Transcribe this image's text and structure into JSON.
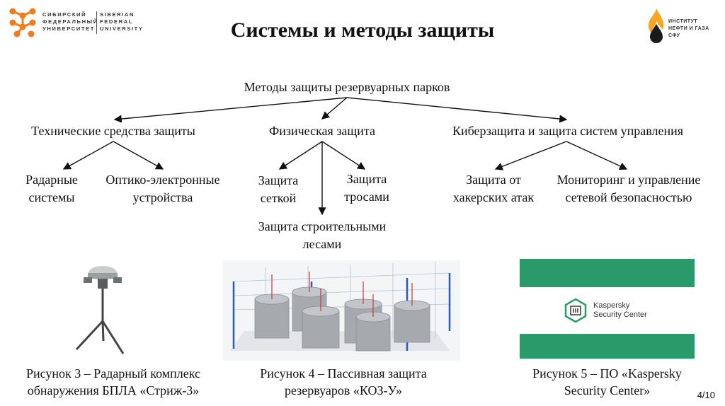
{
  "logo_left": {
    "ru_lines": [
      "СИБИРСКИЙ",
      "ФЕДЕРАЛЬНЫЙ",
      "УНИВЕРСИТЕТ"
    ],
    "en_lines": [
      "SIBERIAN",
      "FEDERAL",
      "UNIVERSITY"
    ]
  },
  "logo_right": {
    "lines": [
      "ИНСТИТУТ",
      "НЕФТИ И ГАЗА",
      "СФУ"
    ]
  },
  "title": "Системы и методы защиты",
  "diagram": {
    "root": "Методы защиты резервуарных парков",
    "branches": [
      {
        "label": "Технические средства защиты",
        "children": [
          {
            "lines": [
              "Радарные",
              "системы"
            ]
          },
          {
            "lines": [
              "Оптико-электронные",
              "устройства"
            ]
          }
        ]
      },
      {
        "label": "Физическая защита",
        "children": [
          {
            "lines": [
              "Защита",
              "сеткой"
            ]
          },
          {
            "lines": [
              "Защита",
              "тросами"
            ]
          },
          {
            "lines": [
              "Защита строительными",
              "лесами"
            ]
          }
        ]
      },
      {
        "label": "Киберзащита и защита систем управления",
        "children": [
          {
            "lines": [
              "Защита от",
              "хакерских атак"
            ]
          },
          {
            "lines": [
              "Мониторинг и управление",
              "сетевой безопасностью"
            ]
          }
        ]
      }
    ]
  },
  "figures": [
    {
      "caption": [
        "Рисунок 3 – Радарный комплекс",
        "обнаружения БПЛА «Стриж-3»"
      ]
    },
    {
      "caption": [
        "Рисунок 4 – Пассивная защита",
        "резервуаров «КОЗ-У»"
      ]
    },
    {
      "caption": [
        "Рисунок 5 – ПО «Kaspersky",
        "Security Center»"
      ]
    }
  ],
  "kaspersky_logo": {
    "lines": [
      "Kaspersky",
      "Security Center"
    ]
  },
  "page_number": "4/10",
  "colors": {
    "kaspersky_green": "#2a9a6a",
    "logo_orange": "#f07c1e",
    "text": "#111111"
  }
}
